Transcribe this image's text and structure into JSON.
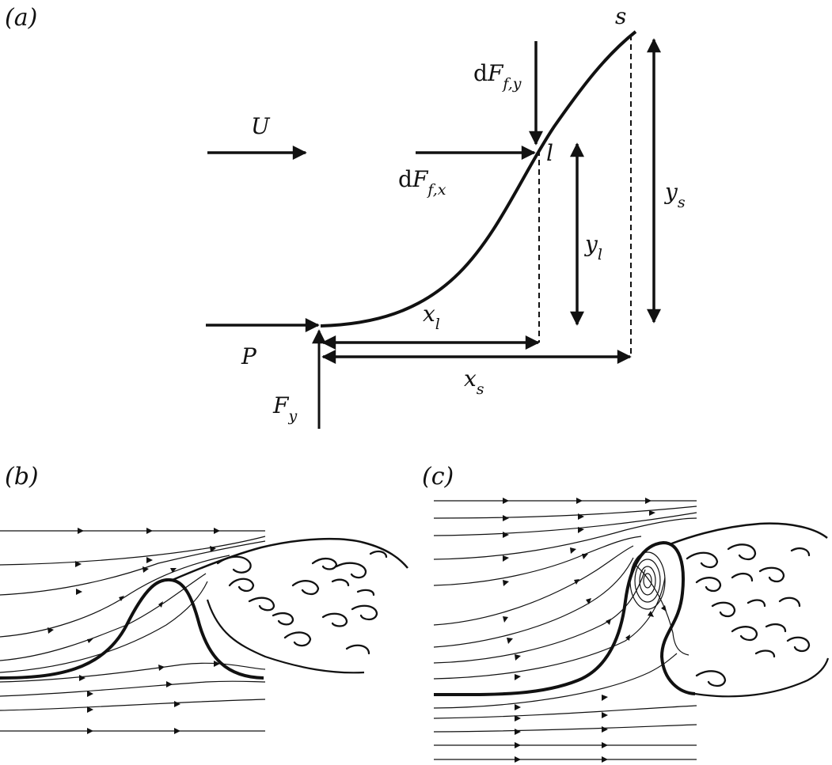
{
  "panels": {
    "a": {
      "label": "(a)"
    },
    "b": {
      "label": "(b)"
    },
    "c": {
      "label": "(c)"
    }
  },
  "symbols": {
    "U": "U",
    "s": "s",
    "l": "l",
    "P": "P",
    "dFfy": {
      "prefix": "d",
      "main": "F",
      "sub": "f,y"
    },
    "dFfx": {
      "prefix": "d",
      "main": "F",
      "sub": "f,x"
    },
    "yl": {
      "main": "y",
      "sub": "l"
    },
    "ys": {
      "main": "y",
      "sub": "s"
    },
    "xl": {
      "main": "x",
      "sub": "l"
    },
    "xs": {
      "main": "x",
      "sub": "s"
    },
    "Fy": {
      "main": "F",
      "sub": "y"
    }
  },
  "colors": {
    "ink": "#111111",
    "background": "#ffffff"
  }
}
